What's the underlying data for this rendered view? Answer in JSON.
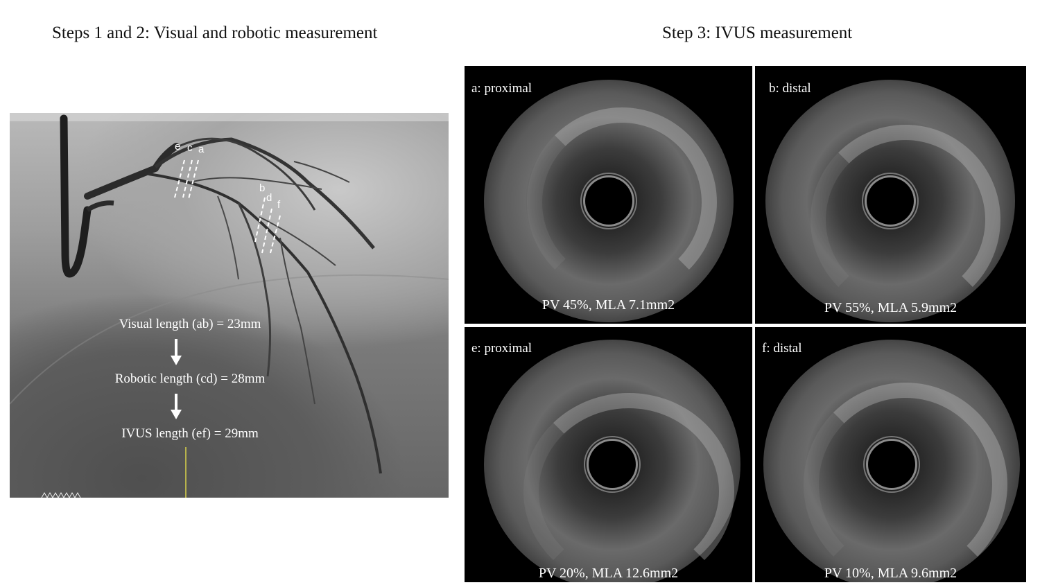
{
  "headings": {
    "left": "Steps 1 and 2: Visual and robotic measurement",
    "right": "Step 3: IVUS measurement"
  },
  "angiogram": {
    "segment_letters": [
      "e",
      "c",
      "a",
      "b",
      "d",
      "f"
    ],
    "measurements": {
      "visual": "Visual length (ab) = 23mm",
      "robotic": "Robotic length (cd) = 28mm",
      "ivus": "IVUS length (ef) = 29mm"
    },
    "arrow_color": "#ffffff",
    "marker_color": "#d9d34a"
  },
  "ivus_panels": [
    {
      "id": "a",
      "title": "a: proximal",
      "caption": "PV 45%, MLA 7.1mm2"
    },
    {
      "id": "b",
      "title": "b: distal",
      "caption": "PV 55%, MLA 5.9mm2"
    },
    {
      "id": "e",
      "title": "e: proximal",
      "caption": "PV 20%, MLA 12.6mm2"
    },
    {
      "id": "f",
      "title": "f: distal",
      "caption": "PV 10%, MLA 9.6mm2"
    }
  ]
}
